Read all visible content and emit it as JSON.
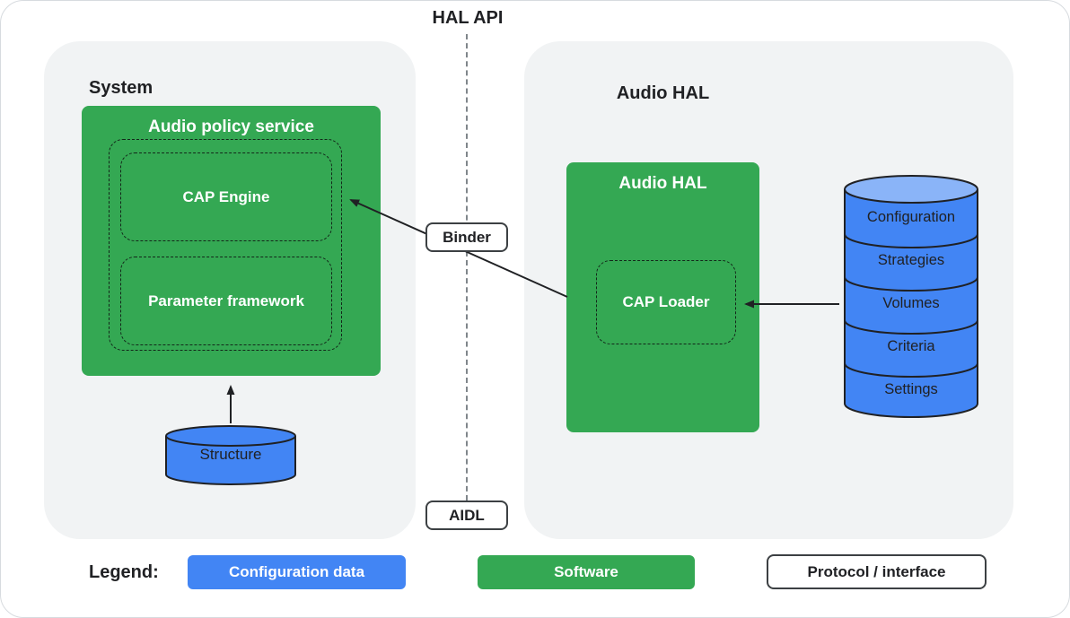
{
  "page": {
    "title": "HAL API"
  },
  "system": {
    "label": "System",
    "audio_policy_service": {
      "title": "Audio policy service",
      "cap_engine": "CAP Engine",
      "parameter_framework": "Parameter framework"
    },
    "structure_db": "Structure"
  },
  "audio_hal": {
    "label": "Audio HAL",
    "box_title": "Audio HAL",
    "cap_loader": "CAP Loader",
    "config_db": {
      "segments": [
        "Configuration",
        "Strategies",
        "Volumes",
        "Criteria",
        "Settings"
      ]
    }
  },
  "interfaces": {
    "binder": "Binder",
    "aidl": "AIDL"
  },
  "legend": {
    "label": "Legend:",
    "items": [
      {
        "label": "Configuration data"
      },
      {
        "label": "Software"
      },
      {
        "label": "Protocol / interface"
      }
    ]
  },
  "colors": {
    "software_green": "#34a853",
    "config_blue": "#4285f4",
    "db_top_blue": "#8ab4f8",
    "container_gray": "#f1f3f4",
    "line_dark": "#202124"
  }
}
